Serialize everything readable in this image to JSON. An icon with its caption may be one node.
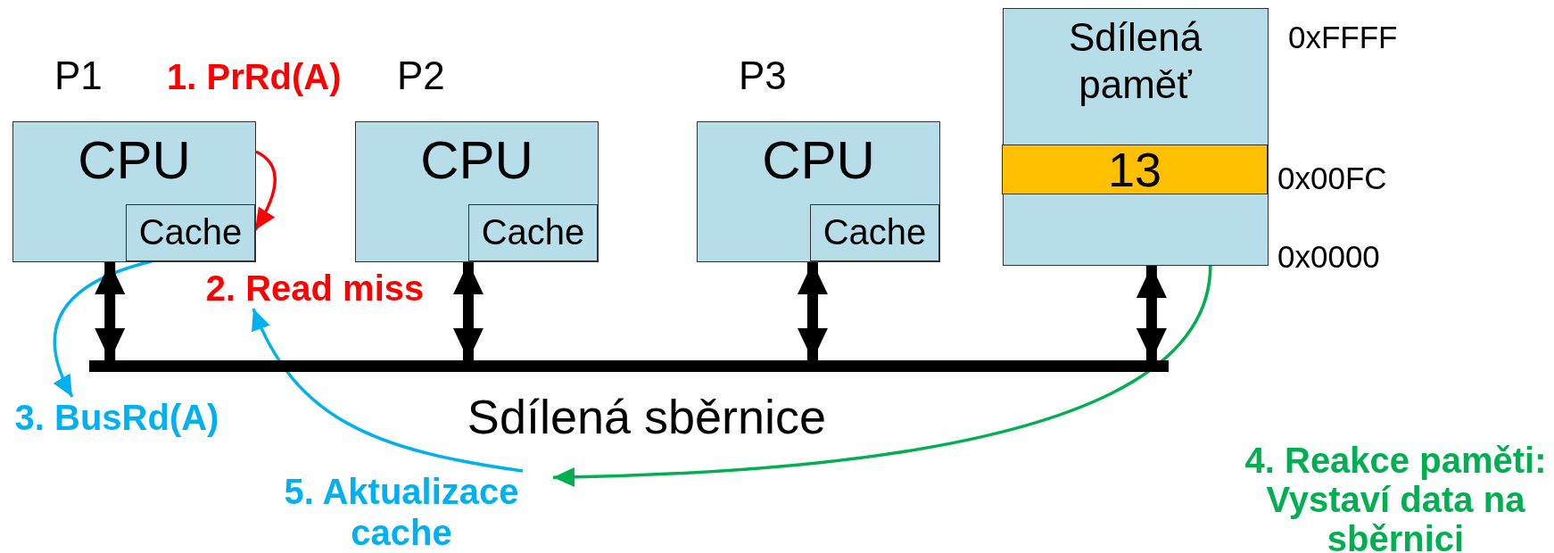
{
  "diagram": {
    "nodes": [
      {
        "text": [
          "P1",
          "CPU"
        ]
      },
      {
        "text": [
          "Cache"
        ],
        "in": 0
      },
      {
        "text": [
          "P2",
          "CPU"
        ]
      },
      {
        "text": [
          "Cache"
        ],
        "in": 2
      },
      {
        "text": [
          "P3",
          "CPU"
        ]
      },
      {
        "text": [
          "Cache"
        ],
        "in": 4
      },
      {
        "text": [
          "Sdílená paměť"
        ]
      },
      {
        "text": [
          "13"
        ],
        "in": 6,
        "beside": [
          "0x00FC"
        ]
      },
      {
        "text": [
          "Sdílená sběrnice"
        ]
      },
      {
        "text": [
          "2. Read miss"
        ]
      },
      {
        "text": [
          "3. BusRd(A)"
        ]
      },
      {
        "text": [
          "5. Aktualizace cache"
        ]
      }
    ],
    "edges": [
      {
        "from": 0,
        "to": 1,
        "arrow": "to",
        "label": "1. PrRd(A)",
        "color": "#ff0000"
      },
      {
        "from": 1,
        "to": 10,
        "arrow": "to",
        "color": "#00b0f0"
      },
      {
        "from": 7,
        "to": 11,
        "arrow": "to",
        "label": "4. Reakce paměti: Vystaví data na sběrnici",
        "color": "#00b050"
      },
      {
        "from": 11,
        "to": 9,
        "arrow": "to",
        "color": "#00b0f0"
      },
      {
        "from": 0,
        "to": 8,
        "arrow": "both",
        "style": "thick"
      },
      {
        "from": 2,
        "to": 8,
        "arrow": "both",
        "style": "thick"
      },
      {
        "from": 4,
        "to": 8,
        "arrow": "both",
        "style": "thick"
      },
      {
        "from": 6,
        "to": 8,
        "arrow": "both",
        "style": "thick"
      }
    ],
    "labels": [
      "0xFFFF",
      "0x0000"
    ]
  }
}
